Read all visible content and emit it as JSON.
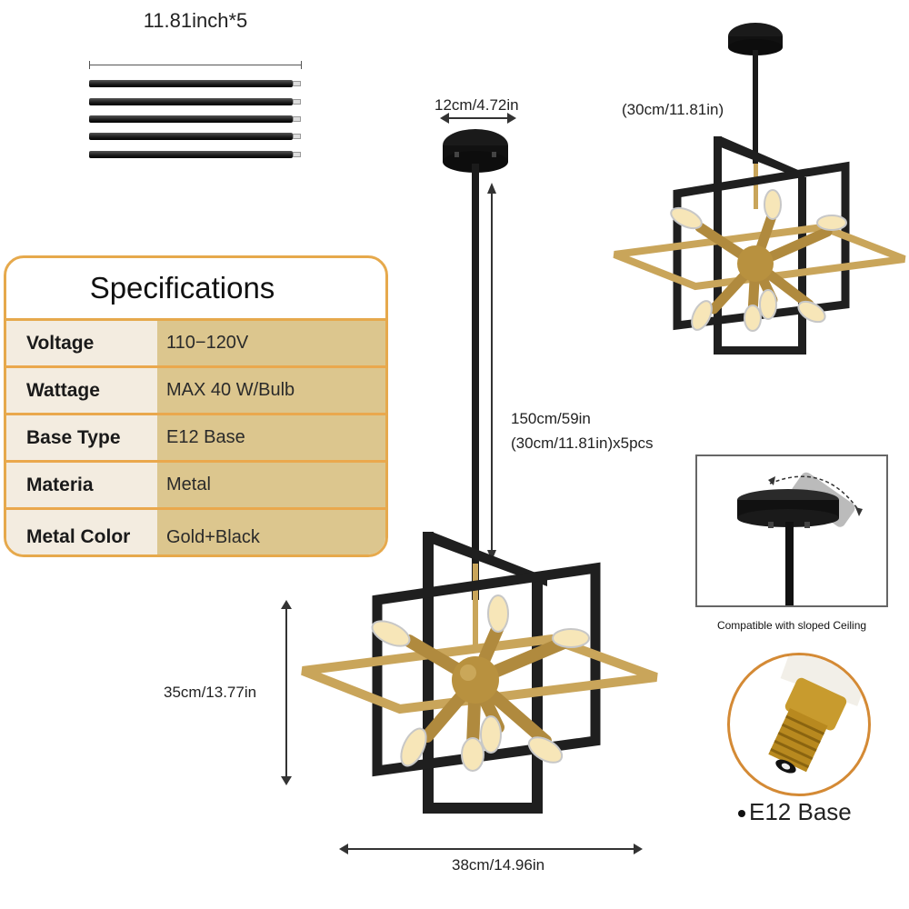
{
  "rods": {
    "label": "11.81inch*5",
    "count": 5
  },
  "specifications": {
    "title": "Specifications",
    "rows": [
      {
        "key": "Voltage",
        "value": "110−120V"
      },
      {
        "key": "Wattage",
        "value": "MAX 40 W/Bulb"
      },
      {
        "key": "Base Type",
        "value": "E12 Base"
      },
      {
        "key": "Materia",
        "value": "Metal"
      },
      {
        "key": "Metal Color",
        "value": "Gold+Black"
      }
    ],
    "colors": {
      "border": "#e6a94c",
      "key_bg": "#f3ece0",
      "value_bg": "#dcc68e"
    }
  },
  "dimensions": {
    "canopy_width": "12cm/4.72in",
    "rod_length_line1": "150cm/59in",
    "rod_length_line2": "(30cm/11.81in)x5pcs",
    "fixture_height": "35cm/13.77in",
    "fixture_width": "38cm/14.96in",
    "short_rod": "(30cm/11.81in)"
  },
  "features": {
    "sloped_ceiling_caption": "Compatible with sloped Ceiling",
    "base_label": "E12 Base"
  },
  "colors": {
    "gold": "#c9a55a",
    "black": "#1f1f1f",
    "accent_orange": "#d48a35"
  }
}
